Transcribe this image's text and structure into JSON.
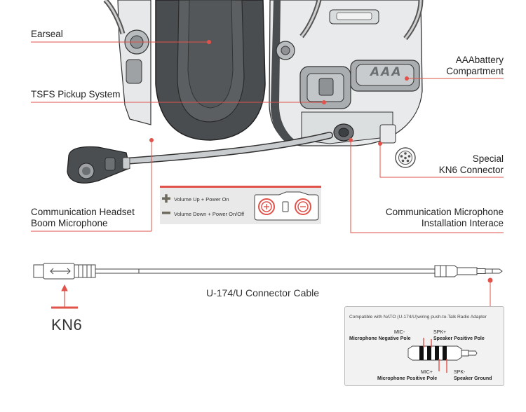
{
  "labels": {
    "earseal": "Earseal",
    "tsfs": "TSFS Pickup System",
    "battery_line1": "AAAbattery",
    "battery_line2": "Compartment",
    "kn6conn_line1": "Special",
    "kn6conn_line2": "KN6 Connector",
    "boom_line1": "Communication Headset",
    "boom_line2": "Boom Microphone",
    "install_line1": "Communication Microphone",
    "install_line2": "Installation Interace"
  },
  "battery_cover_text": "AAA",
  "controls": {
    "volume_up": "Volume Up + Power On",
    "volume_down": "Volume Down + Power On/Off"
  },
  "cable": {
    "label": "U-174/U Connector Cable",
    "kn6": "KN6"
  },
  "adapter": {
    "title": "Compatible with NATO (U-174/U)wiring push-to-Talk Radio Adapter",
    "mic_neg_short": "MIC-",
    "mic_neg_long": "Microphone Negative Pole",
    "spk_pos_short": "SPK+",
    "spk_pos_long": "Speaker Positive Pole",
    "mic_pos_short": "MIC+",
    "mic_pos_long": "Microphone Positive Pole",
    "spk_neg_short": "SPK-",
    "spk_neg_long": "Speaker Ground"
  },
  "colors": {
    "accent": "#e0524a",
    "accent_dark": "#d9453d",
    "headset_grey": "#cfd2d4",
    "earseal_dark": "#4a4d50"
  }
}
